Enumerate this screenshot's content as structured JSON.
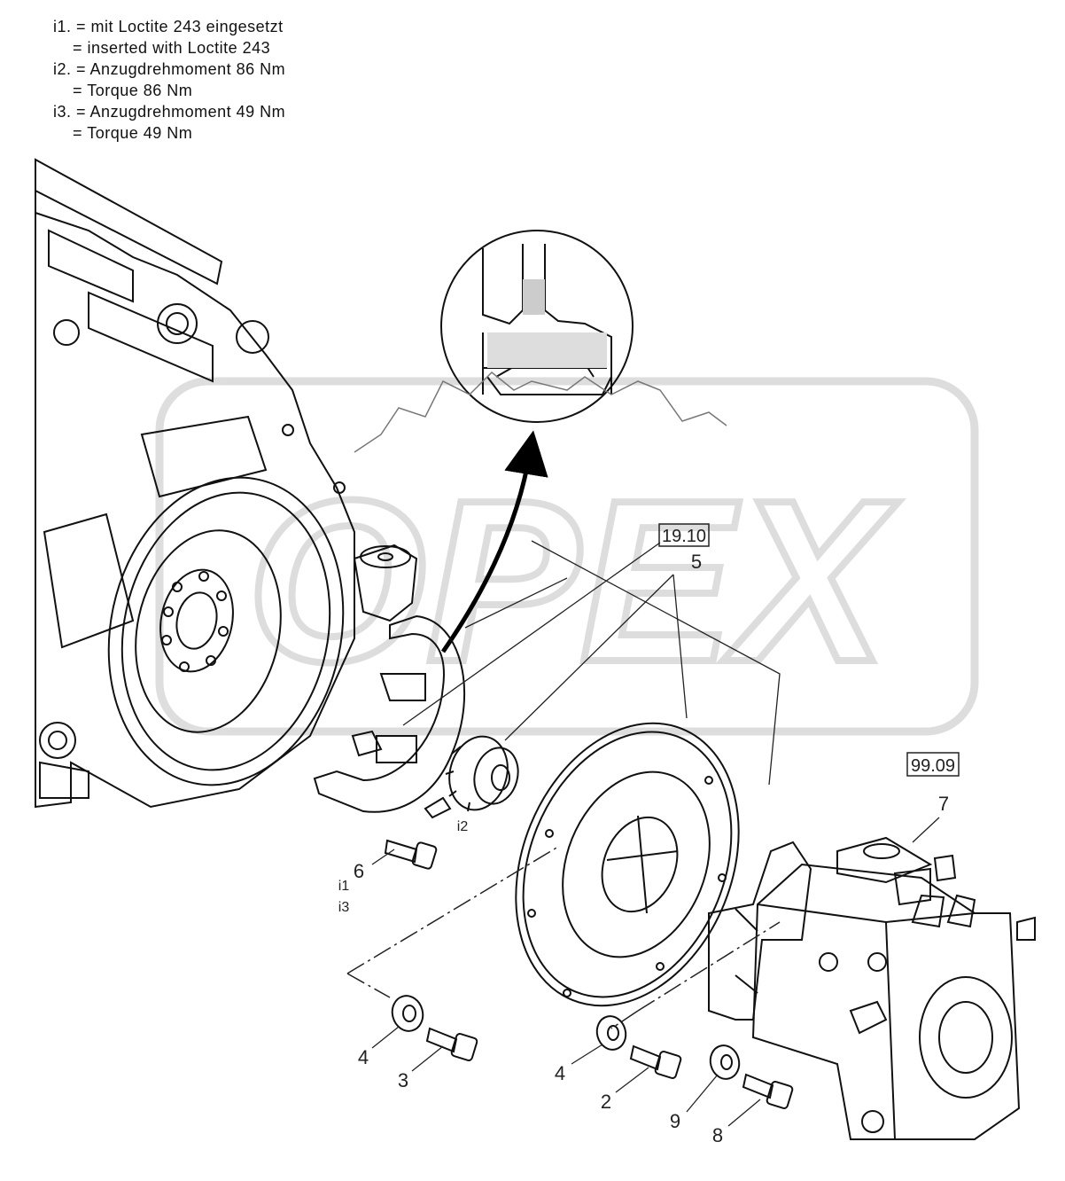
{
  "notes": [
    {
      "code": "i1.",
      "de": "= mit Loctite 243 eingesetzt",
      "en": "= inserted with Loctite 243"
    },
    {
      "code": "i2.",
      "de": "= Anzugdrehmoment 86 Nm",
      "en": "= Torque 86 Nm"
    },
    {
      "code": "i3.",
      "de": "= Anzugdrehmoment 49 Nm",
      "en": "= Torque 49 Nm"
    }
  ],
  "references": [
    {
      "ref": "19.10",
      "item": "5"
    },
    {
      "ref": "99.09",
      "item": "7"
    }
  ],
  "callouts": {
    "part6": "6",
    "part6_i1": "i1",
    "part6_i3": "i3",
    "hub_i2": "i2",
    "washer_left": "4",
    "bolt_left": "3",
    "washer_right": "4",
    "bolt_right": "2",
    "washer_9": "9",
    "bolt_8": "8"
  },
  "watermark": "OPEX"
}
